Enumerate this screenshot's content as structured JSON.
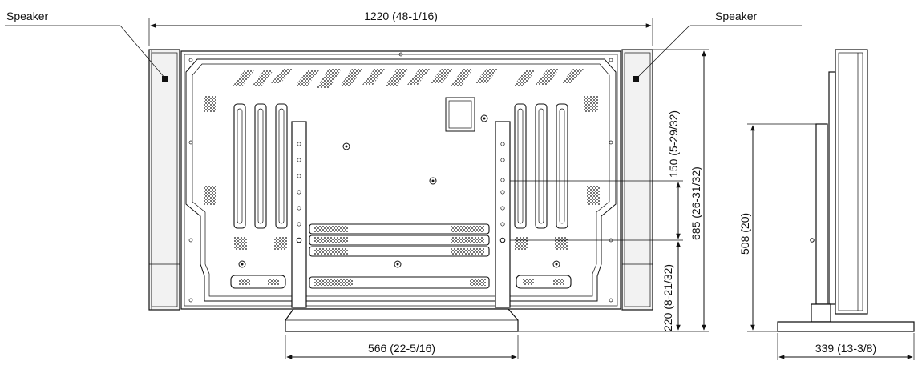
{
  "labels": {
    "speaker_left": "Speaker",
    "speaker_right": "Speaker"
  },
  "dimensions": {
    "overall_width": "1220 (48-1/16)",
    "stand_width": "566 (22-5/16)",
    "side_depth": "339 (13-3/8)",
    "mount_spacing": "150 (5-29/32)",
    "bottom_to_mount": "220 (8-21/32)",
    "overall_height": "685 (26-31/32)",
    "side_height": "508 (20)"
  },
  "colors": {
    "line": "#111111",
    "panel": "#ffffff",
    "speaker": "#f2f2f2",
    "background": "#ffffff"
  }
}
